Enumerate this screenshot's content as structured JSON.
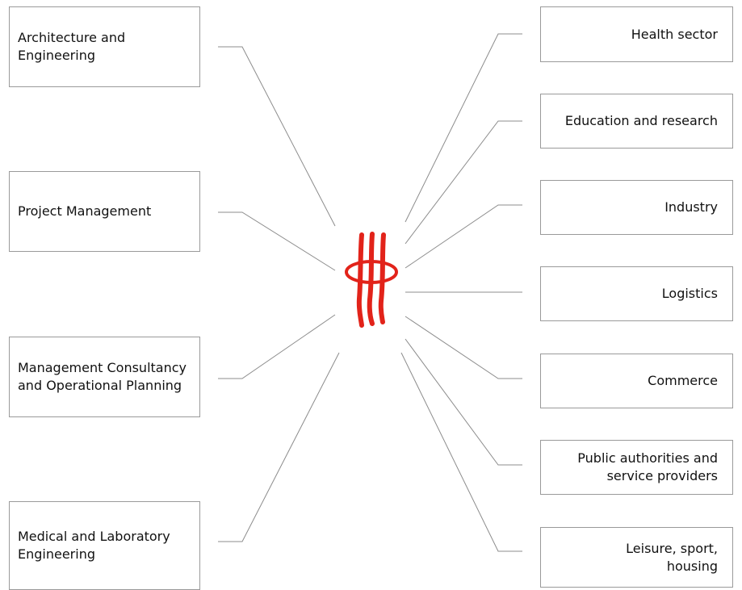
{
  "left_items": [
    {
      "label": "Architecture and\nEngineering"
    },
    {
      "label": "Project Management"
    },
    {
      "label": "Management Consultancy\nand Operational Planning"
    },
    {
      "label": "Medical and Laboratory\nEngineering"
    }
  ],
  "right_items": [
    {
      "label": "Health sector"
    },
    {
      "label": "Education and research"
    },
    {
      "label": "Industry"
    },
    {
      "label": "Logistics"
    },
    {
      "label": "Commerce"
    },
    {
      "label": "Public authorities and\nservice providers"
    },
    {
      "label": "Leisure, sport,\nhousing"
    }
  ],
  "colors": {
    "logo": "#e2231a",
    "box_border": "#9a9a9a",
    "connector": "#8c8c8c"
  },
  "icons": {
    "center_logo": "company-logo-icon"
  }
}
